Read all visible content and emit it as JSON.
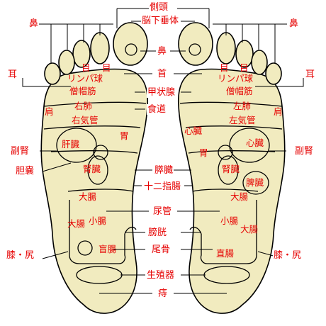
{
  "colors": {
    "foot_fill": "#f1ebbf",
    "line": "#000000",
    "label": "#e60000",
    "background": "#ffffff"
  },
  "labels": {
    "sokutoubu": "側頭",
    "noukasuitai": "脳下垂体",
    "hana": "鼻",
    "mimi": "耳",
    "me": "目",
    "lymph": "リンパ球",
    "soubokin": "僧帽筋",
    "kubi": "首",
    "koujousen": "甲状腺",
    "kata": "肩",
    "uhai": "右肺",
    "sahai": "左肺",
    "ukikan": "右気管",
    "sakikan": "左気管",
    "shokudou": "食道",
    "shinzou": "心臓",
    "fukujin": "副腎",
    "kanzou": "肝臓",
    "i": "胃",
    "jinzou": "腎臓",
    "tannou": "胆嚢",
    "suizou": "膵臓",
    "hizou": "脾臓",
    "juunishichou": "十二指腸",
    "daichou": "大腸",
    "nyoukan": "尿管",
    "shouchou": "小腸",
    "boukou": "膀胱",
    "moukou": "盲腸",
    "bikotsu": "尾骨",
    "chokuchou": "直腸",
    "hiza_shiri": "膝・尻",
    "seishokuki": "生殖器",
    "ji": "痔"
  }
}
